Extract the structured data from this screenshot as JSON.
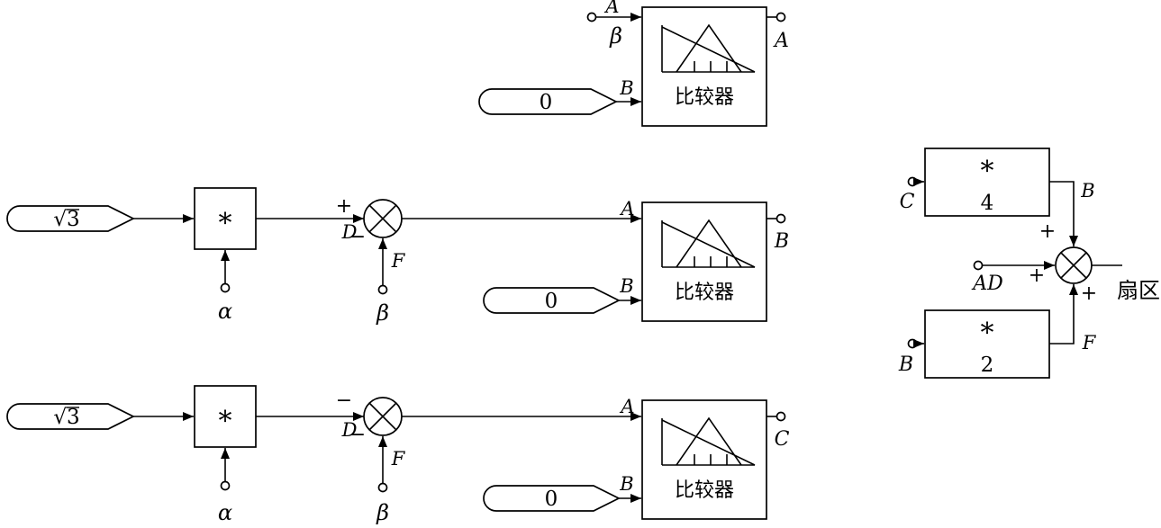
{
  "diagram": {
    "comparator_label": "比较器",
    "top": {
      "port_a": "A",
      "signal": "β",
      "const": "0",
      "port_b": "B",
      "out": "A"
    },
    "mid": {
      "const": "√3",
      "mult": "*",
      "alpha": "α",
      "sign_top": "+",
      "d": "D",
      "sign_bot": "−",
      "f": "F",
      "beta": "β",
      "port_a": "A",
      "const0": "0",
      "port_b": "B",
      "out": "B"
    },
    "bot": {
      "const": "√3",
      "mult": "*",
      "alpha": "α",
      "sign_top": "−",
      "d": "D",
      "sign_bot": "−",
      "f": "F",
      "beta": "β",
      "port_a": "A",
      "const0": "0",
      "port_b": "B",
      "out": "C"
    },
    "right": {
      "box4_op": "*",
      "box4_val": "4",
      "box4_in": "C",
      "box2_op": "*",
      "box2_val": "2",
      "box2_in": "B",
      "wire_b": "B",
      "wire_f": "F",
      "plus_top": "+",
      "plus_left": "+",
      "plus_bot": "+",
      "sum_in": "AD",
      "out": "扇区"
    }
  }
}
